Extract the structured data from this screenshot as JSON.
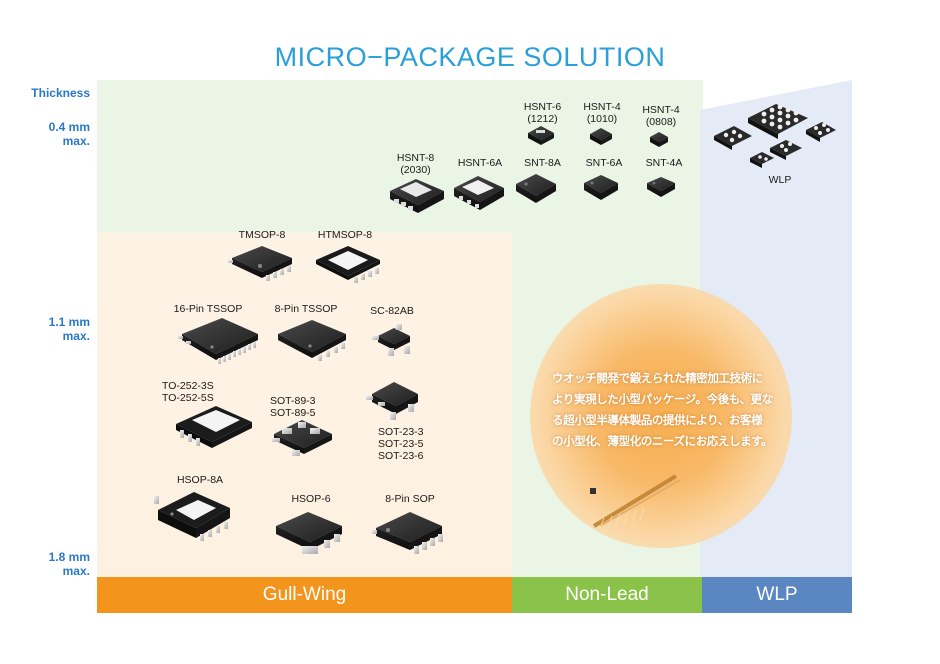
{
  "title": "MICRO−PACKAGE SOLUTION",
  "y_axis": {
    "header": "Thickness",
    "levels": [
      {
        "value": "0.4 mm",
        "unit": "max."
      },
      {
        "value": "1.1 mm",
        "unit": "max."
      },
      {
        "value": "1.8 mm",
        "unit": "max."
      }
    ]
  },
  "categories": [
    {
      "label": "Gull-Wing",
      "color": "#f3951c"
    },
    {
      "label": "Non-Lead",
      "color": "#8bc34a"
    },
    {
      "label": "WLP",
      "color": "#5a87c2"
    }
  ],
  "packages": {
    "hsnt8": {
      "line1": "HSNT-8",
      "line2": "(2030)"
    },
    "hsnt6a": {
      "line1": "HSNT-6A"
    },
    "hsnt6": {
      "line1": "HSNT-6",
      "line2": "(1212)"
    },
    "hsnt4_1010": {
      "line1": "HSNT-4",
      "line2": "(1010)"
    },
    "hsnt4_0808": {
      "line1": "HSNT-4",
      "line2": "(0808)"
    },
    "snt8a": {
      "line1": "SNT-8A"
    },
    "snt6a": {
      "line1": "SNT-6A"
    },
    "snt4a": {
      "line1": "SNT-4A"
    },
    "wlp": {
      "line1": "WLP"
    },
    "tmsop8": {
      "line1": "TMSOP-8"
    },
    "htmsop8": {
      "line1": "HTMSOP-8"
    },
    "tssop16": {
      "line1": "16-Pin TSSOP"
    },
    "tssop8": {
      "line1": "8-Pin TSSOP"
    },
    "sc82ab": {
      "line1": "SC-82AB"
    },
    "to252": {
      "line1": "TO-252-3S",
      "line2": "TO-252-5S"
    },
    "sot89": {
      "line1": "SOT-89-3",
      "line2": "SOT-89-5"
    },
    "sot23": {
      "line1": "SOT-23-3",
      "line2": "SOT-23-5",
      "line3": "SOT-23-6"
    },
    "hsop8a": {
      "line1": "HSOP-8A"
    },
    "hsop6": {
      "line1": "HSOP-6"
    },
    "sop8": {
      "line1": "8-Pin SOP"
    }
  },
  "description": {
    "line1": "ウオッチ開発で鍛えられた精密加工技術に",
    "line2": "より実現した小型パッケージ。今後も、更な",
    "line3": "る超小型半導体製品の提供により、お客様",
    "line4": "の小型化、薄型化のニーズにお応えします。"
  },
  "colors": {
    "title": "#2a9fd8",
    "axis_text": "#2a78c8",
    "non_lead_region": "#eaf5e6",
    "gull_wing_region": "#fdf3e5",
    "wlp_region": "#e4ebf7",
    "glow": "#f6ae50",
    "chip_body": "#2b2b2b"
  }
}
